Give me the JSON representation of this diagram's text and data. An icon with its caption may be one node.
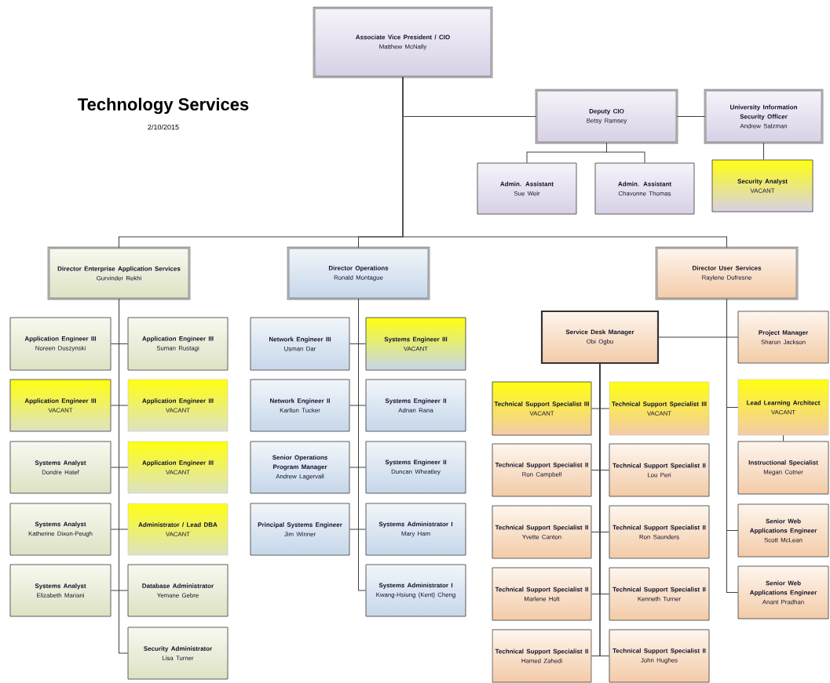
{
  "diagram": {
    "title": "Technology Services",
    "labels": [
      "2/10/2015"
    ],
    "nodes": [
      {
        "text": [
          "Associate Vice President / CIO",
          "Matthew McNally"
        ]
      },
      {
        "text": [
          "Deputy CIO",
          "Betsy Ramsey"
        ]
      },
      {
        "text": [
          "University Information Security Officer",
          "Andrew Salzman"
        ]
      },
      {
        "text": [
          "Admin. Assistant",
          "Sue Weir"
        ]
      },
      {
        "text": [
          "Admin. Assistant",
          "Chavonne Thomas"
        ]
      },
      {
        "text": [
          "Security Analyst",
          "VACANT"
        ]
      },
      {
        "text": [
          "Director Enterprise Application Services",
          "Gurvinder Rekhi"
        ]
      },
      {
        "text": [
          "Director Operations",
          "Ronald Montague"
        ]
      },
      {
        "text": [
          "Director User Services",
          "Raylene Dufresne"
        ]
      },
      {
        "text": [
          "Application Engineer III",
          "Noreen Duszynski"
        ]
      },
      {
        "text": [
          "Application Engineer III",
          "Suman Rustagi"
        ]
      },
      {
        "text": [
          "Application Engineer III",
          "VACANT"
        ]
      },
      {
        "text": [
          "Application Engineer III",
          "VACANT"
        ]
      },
      {
        "text": [
          "Systems Analyst",
          "Dondre Hatef"
        ]
      },
      {
        "text": [
          "Application Engineer III",
          "VACANT"
        ]
      },
      {
        "text": [
          "Systems Analyst",
          "Katherine Dixon-Peugh"
        ]
      },
      {
        "text": [
          "Administrator / Lead DBA",
          "VACANT"
        ]
      },
      {
        "text": [
          "Systems Analyst",
          "Elizabeth Mariani"
        ]
      },
      {
        "text": [
          "Database Administrator",
          "Yemane Gebre"
        ]
      },
      {
        "text": [
          "Security Administrator",
          "Lisa Turner"
        ]
      },
      {
        "text": [
          "Network Engineer III",
          "Usman Dar"
        ]
      },
      {
        "text": [
          "Systems Engineer III",
          "VACANT"
        ]
      },
      {
        "text": [
          "Network Engineer II",
          "Karlton Tucker"
        ]
      },
      {
        "text": [
          "Systems Engineer II",
          "Adnan Rana"
        ]
      },
      {
        "text": [
          "Senior Operations Program Manager",
          "Andrew Lagervall"
        ]
      },
      {
        "text": [
          "Systems Engineer II",
          "Duncan Wheatley"
        ]
      },
      {
        "text": [
          "Principal Systems Engineer",
          "Jim Winner"
        ]
      },
      {
        "text": [
          "Systems Administrator I",
          "Mary Ham"
        ]
      },
      {
        "text": [
          "Systems Administrator I",
          "Kwang-Hsiung (Kent) Cheng"
        ]
      },
      {
        "text": [
          "Service Desk Manager",
          "Obi Ogbu"
        ]
      },
      {
        "text": [
          "Project Manager",
          "Sharon Jackson"
        ]
      },
      {
        "text": [
          "Lead Learning Architect",
          "VACANT"
        ]
      },
      {
        "text": [
          "Instructional Specialist",
          "Megan Cotner"
        ]
      },
      {
        "text": [
          "Senior Web Applications Engineer",
          "Scott McLean"
        ]
      },
      {
        "text": [
          "Senior Web Applications Engineer",
          "Anant Pradhan"
        ]
      },
      {
        "text": [
          "Technical Support Specialist III",
          "VACANT"
        ]
      },
      {
        "text": [
          "Technical Support Specialist III",
          "VACANT"
        ]
      },
      {
        "text": [
          "Technical Support Specialist II",
          "Ron Campbell"
        ]
      },
      {
        "text": [
          "Technical Support Specialist II",
          "Lou Peri"
        ]
      },
      {
        "text": [
          "Technical Support Specialist II",
          "Yvette Canton"
        ]
      },
      {
        "text": [
          "Technical Support Specialist II",
          "Ron Saunders"
        ]
      },
      {
        "text": [
          "Technical Support Specialist II",
          "Marlene Holt"
        ]
      },
      {
        "text": [
          "Technical Support Specialist II",
          "Kenneth Turner"
        ]
      },
      {
        "text": [
          "Technical Support Specialist II",
          "Hamed Zahedi"
        ]
      },
      {
        "text": [
          "Technical Support Specialist II",
          "John Hughes"
        ]
      }
    ],
    "edges": [
      {
        "from": 0,
        "to": 1,
        "arrow": "none"
      },
      {
        "from": 1,
        "to": 2,
        "arrow": "none"
      },
      {
        "from": 1,
        "to": 3,
        "arrow": "none"
      },
      {
        "from": 1,
        "to": 4,
        "arrow": "none"
      },
      {
        "from": 2,
        "to": 5,
        "arrow": "none"
      },
      {
        "from": 0,
        "to": 6,
        "arrow": "none"
      },
      {
        "from": 0,
        "to": 7,
        "arrow": "none"
      },
      {
        "from": 0,
        "to": 8,
        "arrow": "none"
      },
      {
        "from": 6,
        "to": 9,
        "arrow": "none"
      },
      {
        "from": 6,
        "to": 10,
        "arrow": "none"
      },
      {
        "from": 6,
        "to": 11,
        "arrow": "none"
      },
      {
        "from": 6,
        "to": 12,
        "arrow": "none"
      },
      {
        "from": 6,
        "to": 13,
        "arrow": "none"
      },
      {
        "from": 6,
        "to": 14,
        "arrow": "none"
      },
      {
        "from": 6,
        "to": 15,
        "arrow": "none"
      },
      {
        "from": 6,
        "to": 16,
        "arrow": "none"
      },
      {
        "from": 6,
        "to": 17,
        "arrow": "none"
      },
      {
        "from": 6,
        "to": 18,
        "arrow": "none"
      },
      {
        "from": 6,
        "to": 19,
        "arrow": "none"
      },
      {
        "from": 7,
        "to": 20,
        "arrow": "none"
      },
      {
        "from": 7,
        "to": 21,
        "arrow": "none"
      },
      {
        "from": 7,
        "to": 22,
        "arrow": "none"
      },
      {
        "from": 7,
        "to": 23,
        "arrow": "none"
      },
      {
        "from": 7,
        "to": 24,
        "arrow": "none"
      },
      {
        "from": 7,
        "to": 25,
        "arrow": "none"
      },
      {
        "from": 7,
        "to": 26,
        "arrow": "none"
      },
      {
        "from": 7,
        "to": 27,
        "arrow": "none"
      },
      {
        "from": 7,
        "to": 28,
        "arrow": "none"
      },
      {
        "from": 8,
        "to": 29,
        "arrow": "none"
      },
      {
        "from": 8,
        "to": 30,
        "arrow": "none"
      },
      {
        "from": 8,
        "to": 31,
        "arrow": "none"
      },
      {
        "from": 31,
        "to": 32,
        "arrow": "none"
      },
      {
        "from": 8,
        "to": 33,
        "arrow": "none"
      },
      {
        "from": 8,
        "to": 34,
        "arrow": "none"
      },
      {
        "from": 29,
        "to": 35,
        "arrow": "none"
      },
      {
        "from": 29,
        "to": 36,
        "arrow": "none"
      },
      {
        "from": 29,
        "to": 37,
        "arrow": "none"
      },
      {
        "from": 29,
        "to": 38,
        "arrow": "none"
      },
      {
        "from": 29,
        "to": 39,
        "arrow": "none"
      },
      {
        "from": 29,
        "to": 40,
        "arrow": "none"
      },
      {
        "from": 29,
        "to": 41,
        "arrow": "none"
      },
      {
        "from": 29,
        "to": 42,
        "arrow": "none"
      },
      {
        "from": 29,
        "to": 43,
        "arrow": "none"
      },
      {
        "from": 29,
        "to": 44,
        "arrow": "none"
      }
    ]
  }
}
